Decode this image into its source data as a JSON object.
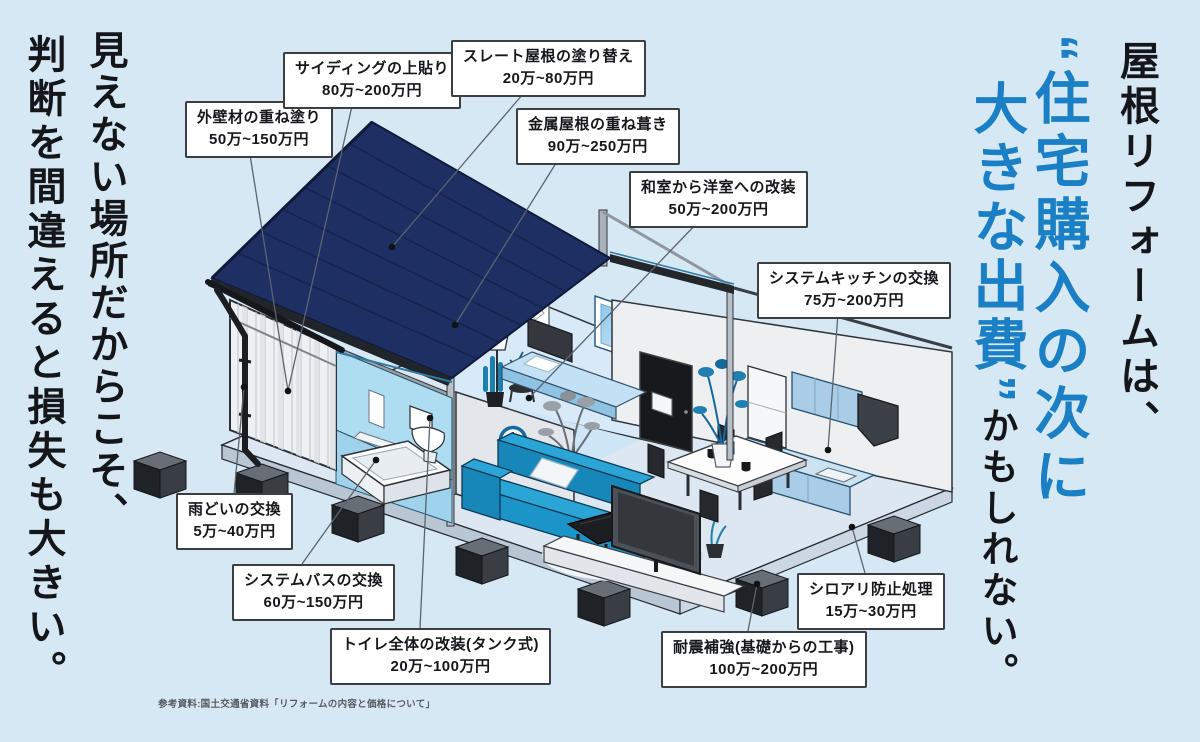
{
  "colors": {
    "background": "#d7e8f5",
    "accent_blue": "#1a7fc4",
    "roof_navy": "#1e2f63",
    "furniture_teal": "#1b95c8"
  },
  "headline_left": {
    "line1": "見えない場所だからこそ、",
    "line2": "判断を間違えると損失も大きい。"
  },
  "headline_right": {
    "line1": "屋根リフォームは、",
    "line2": "“住宅購入の次に",
    "line3_accent": "大きな出費”",
    "line3_rest": "かもしれない。"
  },
  "callouts": [
    {
      "id": "exterior-wall-paint",
      "label": "外壁材の重ね塗り",
      "price": "50万~150万円"
    },
    {
      "id": "siding-overlay",
      "label": "サイディングの上貼り",
      "price": "80万~200万円"
    },
    {
      "id": "slate-roof-repaint",
      "label": "スレート屋根の塗り替え",
      "price": "20万~80万円"
    },
    {
      "id": "metal-roof-overlay",
      "label": "金属屋根の重ね葺き",
      "price": "90万~250万円"
    },
    {
      "id": "washitsu-conversion",
      "label": "和室から洋室への改装",
      "price": "50万~200万円"
    },
    {
      "id": "system-kitchen",
      "label": "システムキッチンの交換",
      "price": "75万~200万円"
    },
    {
      "id": "rain-gutter",
      "label": "雨どいの交換",
      "price": "5万~40万円"
    },
    {
      "id": "system-bath",
      "label": "システムバスの交換",
      "price": "60万~150万円"
    },
    {
      "id": "toilet-renovation",
      "label": "トイレ全体の改装(タンク式)",
      "price": "20万~100万円"
    },
    {
      "id": "quake-reinforcement",
      "label": "耐震補強(基礎からの工事)",
      "price": "100万~200万円"
    },
    {
      "id": "termite-prevention",
      "label": "シロアリ防止処理",
      "price": "15万~30万円"
    }
  ],
  "footer": {
    "credit": "参考資料:国土交通省資料「リフォームの内容と価格について」"
  }
}
